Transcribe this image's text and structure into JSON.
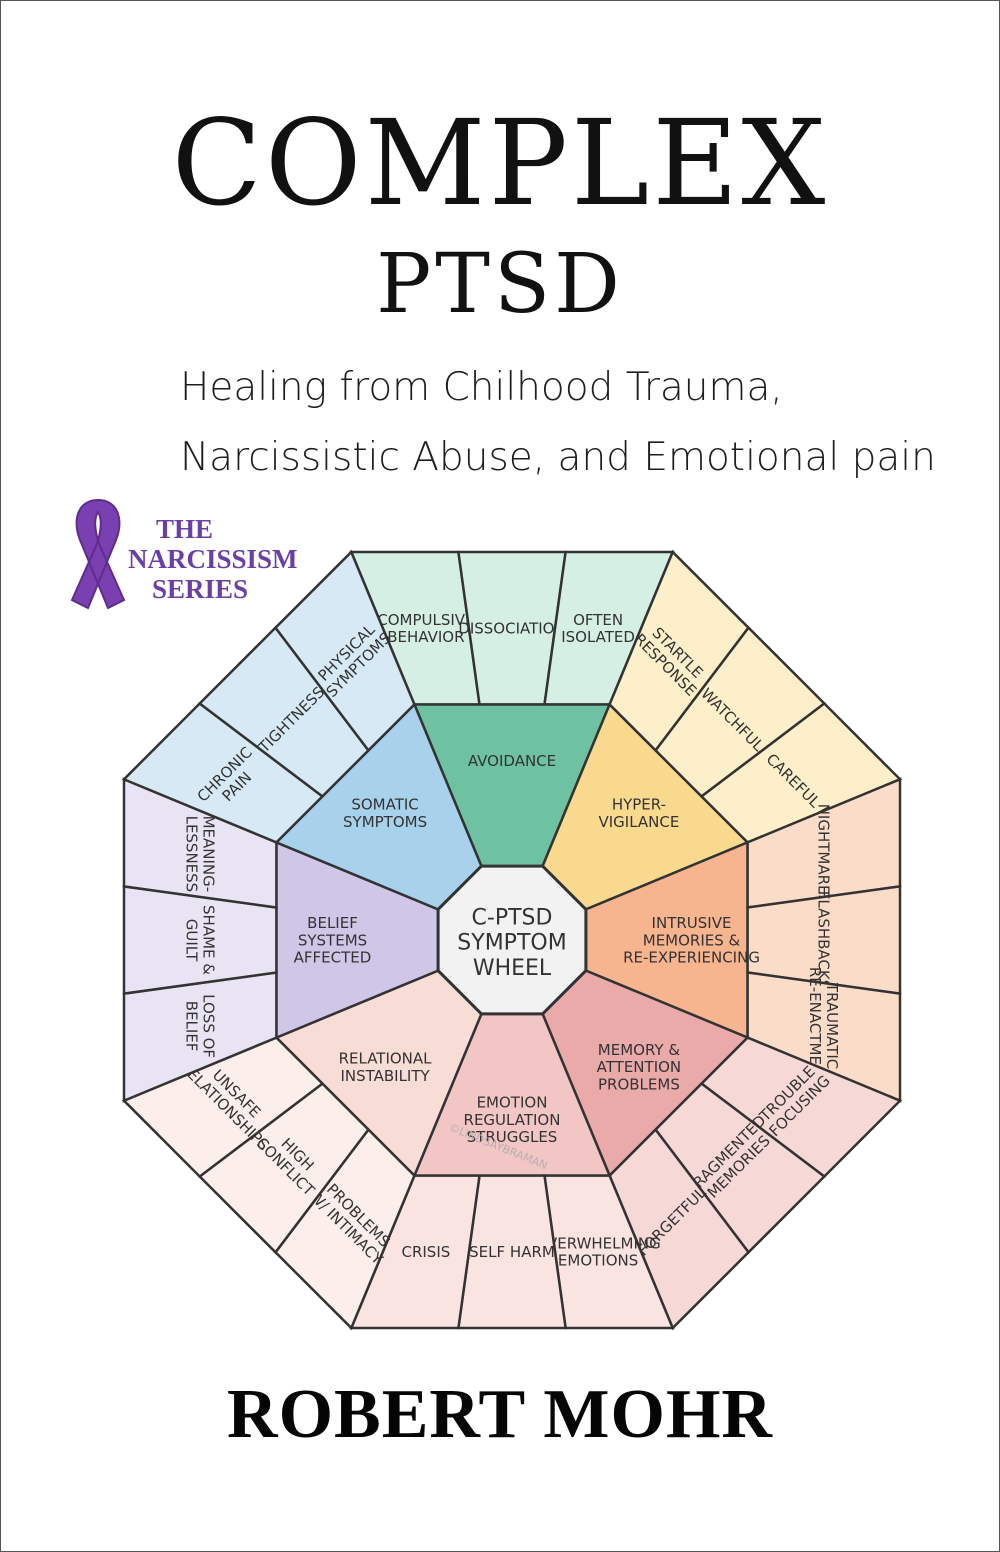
{
  "cover": {
    "title": "COMPLEX",
    "title_sub": "PTSD",
    "subtitle_line1": "Healing from Chilhood Trauma,",
    "subtitle_line2": "Narcissistic Abuse, and Emotional pain",
    "series": {
      "line1": "THE",
      "line2": "NARCISSISM",
      "line3": "SERIES",
      "ribbon_color": "#7a3fb0"
    },
    "author": "ROBERT MOHR"
  },
  "wheel": {
    "center": [
      "C-PTSD",
      "SYMPTOM",
      "WHEEL"
    ],
    "watermark": "©LINDSAYBRAMAN",
    "categories": [
      {
        "name": [
          "AVOIDANCE"
        ],
        "color": "#6fc2a1",
        "light": "#d6efe4",
        "items": [
          [
            "COMPULSIVE",
            "BEHAVIOR"
          ],
          [
            "DISSOCIATION"
          ],
          [
            "OFTEN",
            "ISOLATED"
          ]
        ]
      },
      {
        "name": [
          "HYPER-",
          "VIGILANCE"
        ],
        "color": "#f9d98e",
        "light": "#fcefc9",
        "items": [
          [
            "STARTLE",
            "RESPONSE"
          ],
          [
            "WATCHFUL"
          ],
          [
            "CAREFUL"
          ]
        ]
      },
      {
        "name": [
          "INTRUSIVE",
          "MEMORIES &",
          "RE-EXPERIENCING"
        ],
        "color": "#f6b48f",
        "light": "#fbdcc8",
        "items": [
          [
            "NIGHTMARES"
          ],
          [
            "FLASHBACKS"
          ],
          [
            "TRAUMATIC",
            "RE-ENACTMENT"
          ]
        ]
      },
      {
        "name": [
          "MEMORY &",
          "ATTENTION",
          "PROBLEMS"
        ],
        "color": "#eaaaaa",
        "light": "#f6d8d6",
        "items": [
          [
            "TROUBLE",
            "FOCUSING"
          ],
          [
            "FRAGMENTED",
            "MEMORIES"
          ],
          [
            "FORGETFUL"
          ]
        ]
      },
      {
        "name": [
          "EMOTION",
          "REGULATION",
          "STRUGGLES"
        ],
        "color": "#f1c6c4",
        "light": "#f9e4e2",
        "items": [
          [
            "OVERWHELMING",
            "EMOTIONS"
          ],
          [
            "SELF HARM"
          ],
          [
            "CRISIS"
          ]
        ]
      },
      {
        "name": [
          "RELATIONAL",
          "INSTABILITY"
        ],
        "color": "#f8dcd6",
        "light": "#fcefeb",
        "items": [
          [
            "PROBLEMS",
            "W/ INTIMACY"
          ],
          [
            "HIGH",
            "CONFLICT"
          ],
          [
            "UNSAFE",
            "RELATIONSHIPS"
          ]
        ]
      },
      {
        "name": [
          "BELIEF",
          "SYSTEMS",
          "AFFECTED"
        ],
        "color": "#cfc6e8",
        "light": "#e9e4f4",
        "items": [
          [
            "LOSS OF",
            "BELIEF"
          ],
          [
            "SHAME &",
            "GUILT"
          ],
          [
            "MEANING-",
            "LESSNESS"
          ]
        ]
      },
      {
        "name": [
          "SOMATIC",
          "SYMPTOMS"
        ],
        "color": "#a8d1ec",
        "light": "#d6e9f5",
        "items": [
          [
            "CHRONIC",
            "PAIN"
          ],
          [
            "TIGHTNESS"
          ],
          [
            "PHYSICAL",
            "SYMPTOMS"
          ]
        ]
      }
    ]
  }
}
